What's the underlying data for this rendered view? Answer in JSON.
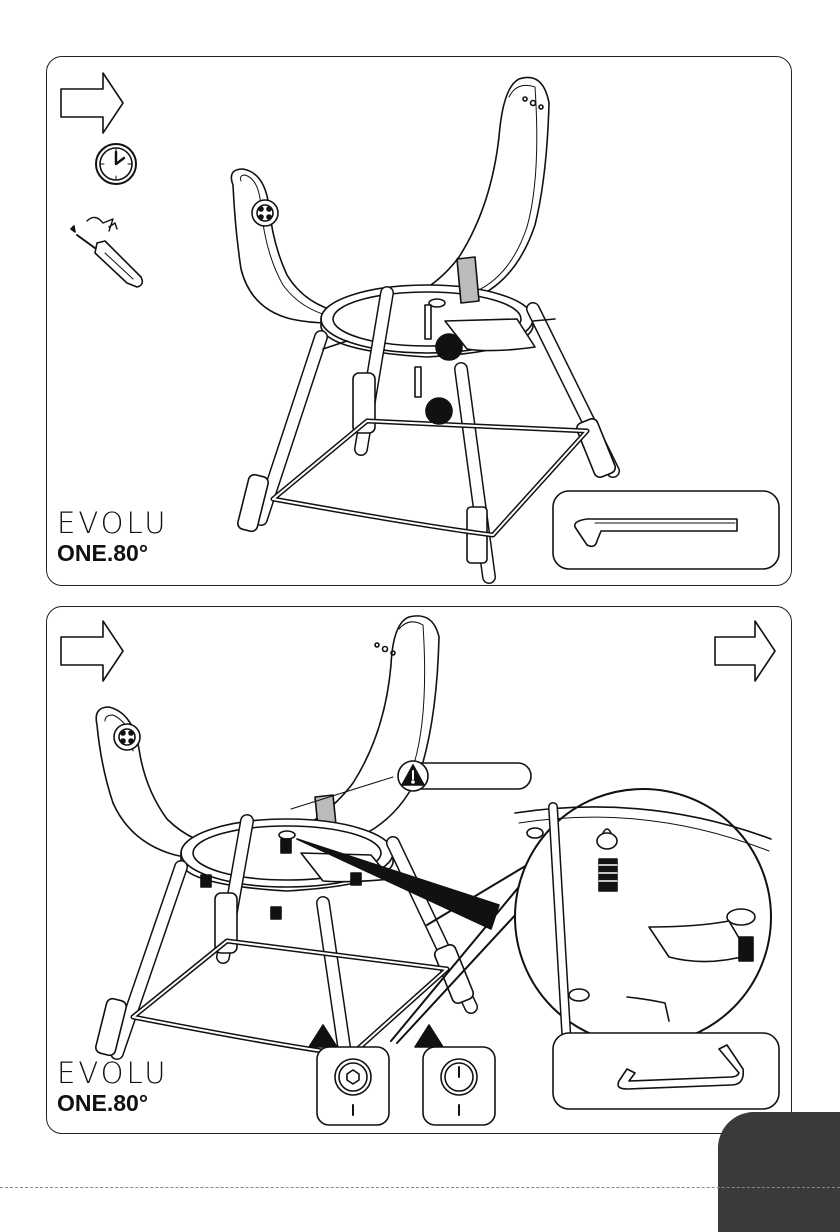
{
  "brand": {
    "logo_text": "EVOLU",
    "model": "ONE.80°"
  },
  "steps": [
    {
      "navigation": [
        "arrow-right-icon"
      ],
      "tools": [
        "clock-icon",
        "screwdriver-icon",
        "allen-key-icon"
      ],
      "fasteners": [
        "bolt-icon",
        "bolt-icon"
      ]
    },
    {
      "navigation": [
        "arrow-right-icon",
        "arrow-right-icon"
      ],
      "warnings": [
        "warning-icon",
        "warning-icon",
        "warning-icon"
      ],
      "tools": [
        "allen-key-icon"
      ],
      "detail": "magnified-bolt-detail"
    }
  ],
  "colors": {
    "line": "#111111",
    "page_tab": "#3a3a3a"
  }
}
